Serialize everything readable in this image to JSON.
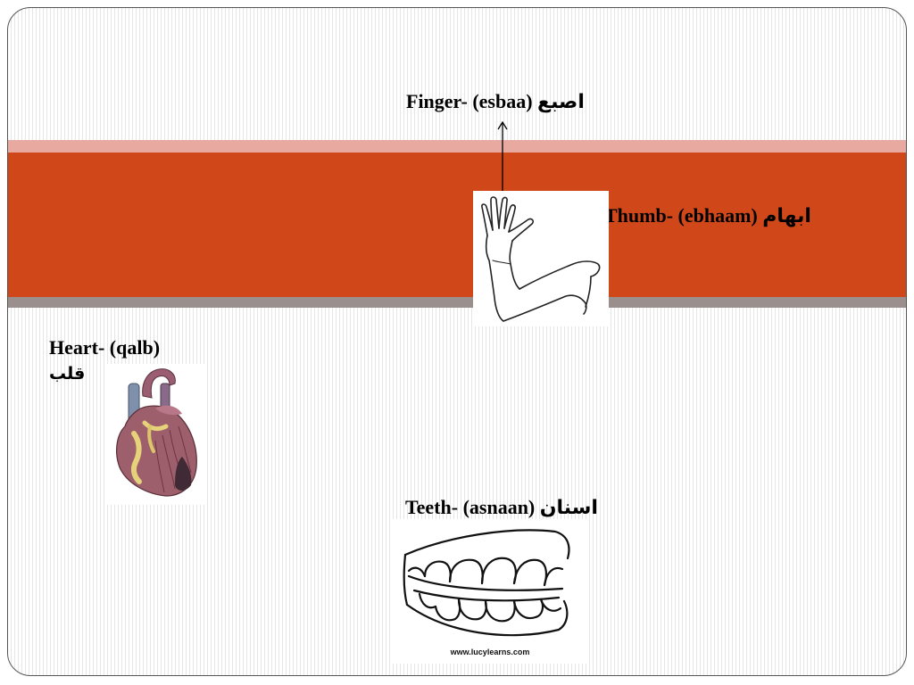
{
  "slide": {
    "colors": {
      "band_light": "#e8aaa0",
      "band_orange": "#d0471a",
      "band_gray": "#9b8f8d",
      "text": "#000000"
    },
    "labels": {
      "finger": {
        "english": "Finger- (esbaa)",
        "arabic": "اصبع"
      },
      "thumb": {
        "english": "Thumb- (ebhaam)",
        "arabic": "ابهام"
      },
      "heart": {
        "english": "Heart- (qalb)",
        "arabic": "قلب"
      },
      "teeth": {
        "english": "Teeth- (asnaan)",
        "arabic": "اسنان"
      }
    },
    "images": {
      "hand": "hand-illustration",
      "heart": "heart-illustration",
      "teeth": "teeth-illustration",
      "teeth_watermark": "www.lucylearns.com"
    }
  }
}
